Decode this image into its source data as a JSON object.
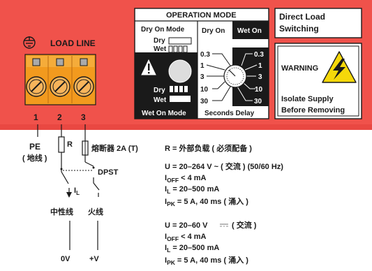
{
  "load_line": {
    "label": "LOAD LINE",
    "terminals": [
      "1",
      "2",
      "3"
    ]
  },
  "operation_mode": {
    "title": "OPERATION MODE",
    "dry_on_mode": "Dry On Mode",
    "dry_label": "Dry",
    "wet_label": "Wet",
    "wet_on_mode": "Wet On Mode",
    "dry_on": "Dry On",
    "wet_on": "Wet On",
    "seconds_delay": "Seconds Delay",
    "delay_left": [
      "0.3",
      "1",
      "3",
      "10",
      "30"
    ],
    "delay_right": [
      "0.3",
      "1",
      "3",
      "10",
      "30"
    ]
  },
  "direct_load": {
    "line1": "Direct Load",
    "line2": "Switching"
  },
  "warning": {
    "title": "WARNING",
    "line1": "Isolate Supply",
    "line2": "Before Removing"
  },
  "wiring": {
    "pe": "PE",
    "pe_cn": "( 地线 )",
    "r": "R",
    "fuse": "熔断器 2A (T)",
    "dpst": "DPST",
    "il": "I",
    "il_sub": "L",
    "neutral": "中性线",
    "live": "火线",
    "zero_v": "0V",
    "plus_v": "+V"
  },
  "specs": {
    "r_def": "R = 外部负载 ( 必须配备 )",
    "ac": {
      "u": "U = 20–264 V ~ ( 交流 ) (50/60 Hz)",
      "ioff_main": "I",
      "ioff_sub": "OFF",
      "ioff_val": " < 4 mA",
      "il_main": "I",
      "il_sub": "L",
      "il_val": " = 20–500 mA",
      "ipk_main": "I",
      "ipk_sub": "PK",
      "ipk_val": " = 5 A, 40 ms ( 涌入 )"
    },
    "dc": {
      "u_pre": "U = 20–60 V",
      "u_post": "( 交流 )",
      "ioff_main": "I",
      "ioff_sub": "OFF",
      "ioff_val": " < 4 mA",
      "il_main": "I",
      "il_sub": "L",
      "il_val": " = 20–500 mA",
      "ipk_main": "I",
      "ipk_sub": "PK",
      "ipk_val": " = 5 A, 40 ms ( 涌入 )"
    }
  },
  "colors": {
    "housing": "#F0524B",
    "terminal": "#F29A1E",
    "label_bg": "#ffffff",
    "warning_yellow": "#F5D80A"
  }
}
